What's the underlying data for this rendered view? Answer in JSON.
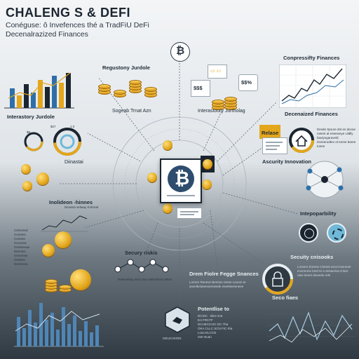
{
  "header": {
    "title": "CHALENG S & DEFI",
    "subtitle_line1": "Conéguse: ô Invefences thé a TradFiU DeFi",
    "subtitle_line2": "Decenalrazized Finances"
  },
  "nodes": {
    "regulatory": {
      "title": "Regustony Jurdole",
      "caption": "Sogeab Trnat Azn"
    },
    "interestory": {
      "title": "Interastory Jurdole",
      "caption": "Diinastai",
      "values": [
        "$27",
        "$8",
        "1.0"
      ]
    },
    "dollar_docs": {
      "caption": "Interastoury Jurtholag",
      "sign1": "$$$",
      "sign2": "$$%"
    },
    "conpressify": {
      "title": "Conpressifty Finances",
      "caption": "Decenaized Finances"
    },
    "security_innovation": {
      "badge": "Relase",
      "title": "Ascurity Innovation",
      "text": "Desde Sprure dnt en decee netent al enteseeye Uidlly baulyngaraveld insreerudteo ot tonne baree tonee"
    },
    "inolideon": {
      "title": "Inolideon -hinnes",
      "caption": "Desatra seitaay Kntmrar",
      "list": [
        "Cehvreed",
        "Comees",
        "Ceeeea",
        "Ooonrea",
        "Onsteeeaa",
        "Dtemtes",
        "Omstreas",
        "Onelres",
        "Dasreeea"
      ]
    },
    "interoperability": {
      "title": "Intepoparbility"
    },
    "security_risks": {
      "title": "Secury riskis",
      "caption": "Rekeneilay and caaa stelzelvest seltes"
    },
    "security_cnisooks": {
      "title": "Secuity cnisooks",
      "text": "Lorsere Ereene Ciereet eecet lanreeet ecereeme bnet te a Sesaeriat el lare rase tieeet deeeete rele"
    },
    "dram_fiolre": {
      "title": "Drem Fiolre Fegge Snances",
      "text": "Lorrem Reeeve Bemme nrene Leoom te aseelbetanessreneede eseeleeesneee"
    },
    "potentiise": {
      "title": "Potentlise to",
      "lines": [
        "DCISC · Bice sna",
        "EA FRCTF",
        "DCHECICSC DC Tha",
        "OKA CLLC SCN FIC Ria",
        "Losa ELCCN",
        "Sstr Buan"
      ],
      "caption": "GEUCAIIION"
    },
    "seco_fiaes": {
      "title": "Seco fiaes"
    }
  },
  "icons": {
    "center": "bitcoin-document-icon",
    "top": "bitcoin-circle-icon",
    "home": "home-icon",
    "fingerprint": "fingerprint-icon",
    "lock": "lock-icon",
    "gear": "gear-icon",
    "shield": "shield-icon"
  },
  "colors": {
    "gold": "#e3a61c",
    "accent_blue": "#2e6fa8",
    "dark_navy": "#1b2530",
    "teal": "#6fb8d8"
  }
}
